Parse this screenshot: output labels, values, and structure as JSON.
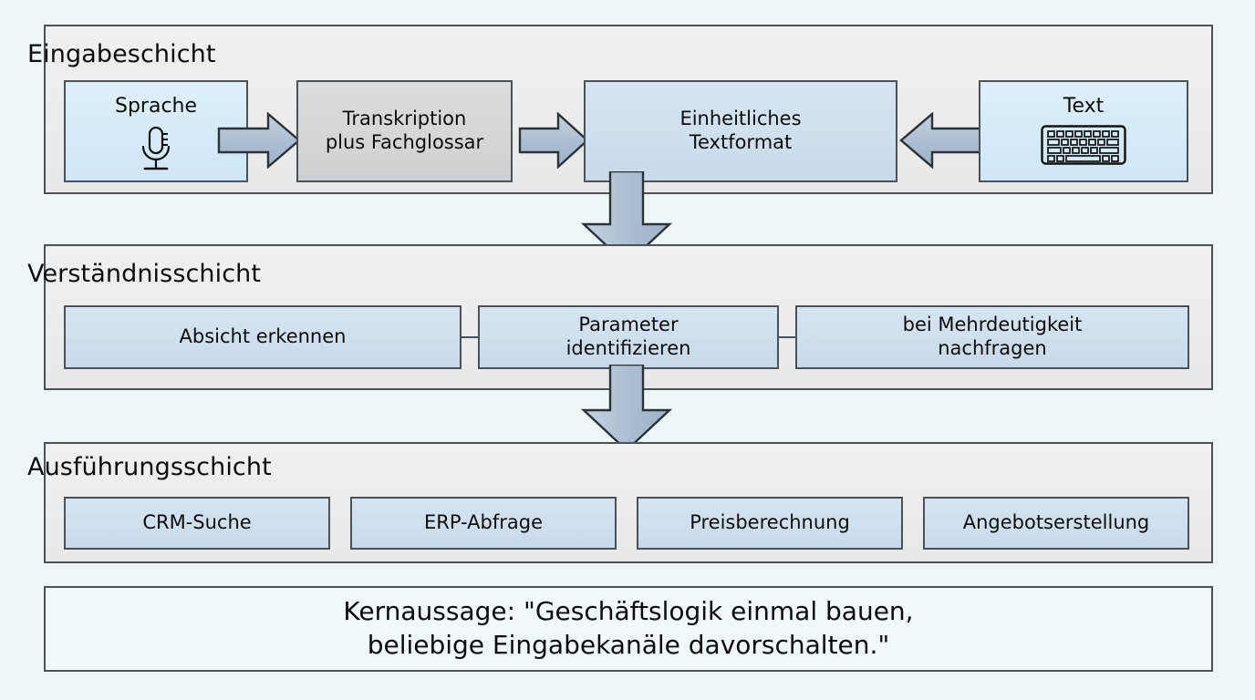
{
  "diagram": {
    "background_color": "#edf6f8",
    "panel_color": "#eeeeee",
    "border_color": "#4a5258",
    "accent_light_blue": "#d7ecf7",
    "accent_steel_blue": "#cfdfee",
    "accent_gray": "#d5d5d5",
    "arrow_color": "#aebfd0"
  },
  "layers": [
    {
      "title": "Eingabeschicht",
      "nodes": [
        {
          "label": "Sprache",
          "icon": "microphone-icon",
          "style": "light-blue"
        },
        {
          "label": "Transkription\nplus Fachglossar",
          "line1": "Transkription",
          "line2": "plus Fachglossar",
          "style": "gray"
        },
        {
          "label": "Einheitliches\nTextformat",
          "line1": "Einheitliches",
          "line2": "Textformat",
          "style": "steel-blue"
        },
        {
          "label": "Text",
          "icon": "keyboard-icon",
          "style": "light-blue"
        }
      ]
    },
    {
      "title": "Verständnisschicht",
      "nodes": [
        {
          "label": "Absicht erkennen",
          "line1": "Absicht erkennen",
          "line2": "",
          "style": "steel-blue"
        },
        {
          "label": "Parameter\nidentifizieren",
          "line1": "Parameter",
          "line2": "identifizieren",
          "style": "steel-blue"
        },
        {
          "label": "bei Mehrdeutigkeit\nnachfragen",
          "line1": "bei Mehrdeutigkeit",
          "line2": "nachfragen",
          "style": "steel-blue"
        }
      ]
    },
    {
      "title": "Ausführungsschicht",
      "nodes": [
        {
          "label": "CRM-Suche",
          "style": "steel-blue"
        },
        {
          "label": "ERP-Abfrage",
          "style": "steel-blue"
        },
        {
          "label": "Preisberechnung",
          "style": "steel-blue"
        },
        {
          "label": "Angebotserstellung",
          "style": "steel-blue"
        }
      ]
    }
  ],
  "statement": {
    "line1": "Kernaussage: \"Geschäftslogik einmal bauen,",
    "line2": "beliebige Eingabekanäle davorschalten.\""
  },
  "arrows": [
    {
      "name": "sprache-to-transkription",
      "direction": "right"
    },
    {
      "name": "transkription-to-textformat",
      "direction": "right"
    },
    {
      "name": "text-to-textformat",
      "direction": "left"
    },
    {
      "name": "eingabe-to-verstaendnis",
      "direction": "down"
    },
    {
      "name": "verstaendnis-to-ausfuehrung",
      "direction": "down"
    }
  ]
}
